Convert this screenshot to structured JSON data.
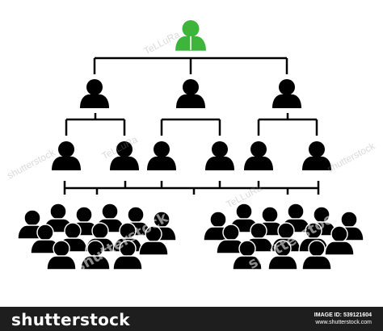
{
  "colors": {
    "leader": "#3fb43b",
    "figure": "#000000",
    "line": "#000000",
    "footer_bg": "#1e1e1e"
  },
  "icons": {
    "person": "person-icon",
    "crowd": "crowd-icon"
  },
  "watermark": {
    "text": "shutterstock",
    "small_text": "TeLLuRa"
  },
  "footer": {
    "brand": "shutterstock",
    "image_id_label": "IMAGE ID: 539121604",
    "site": "www.shutterstock.com"
  }
}
